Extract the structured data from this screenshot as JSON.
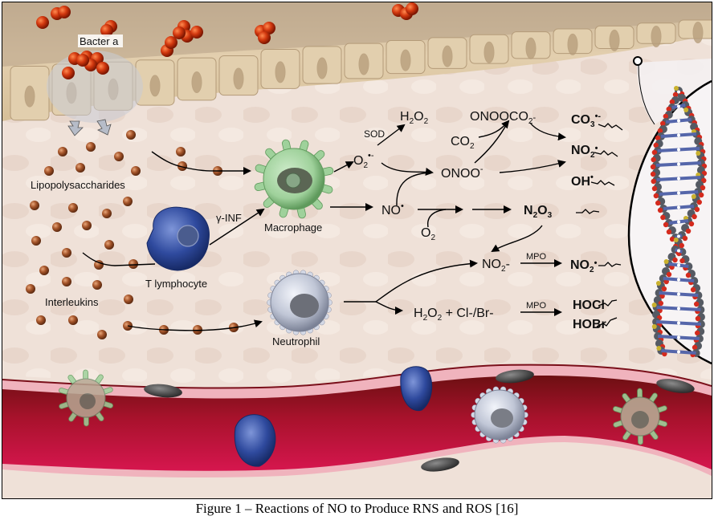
{
  "figure": {
    "caption": "Figure 1 – Reactions of NO to Produce RNS and ROS [16]"
  },
  "labels": {
    "bacteria": "Bacter a",
    "lipopolysaccharides": "Lipopolysaccharides",
    "interleukins": "Interleukins",
    "t_lymphocyte": "T lymphocyte",
    "gamma_inf": "γ-INF",
    "macrophage": "Macrophage",
    "neutrophil": "Neutrophil"
  },
  "reactions": {
    "sod": "SOD",
    "superoxide": {
      "base": "O",
      "sub": "2",
      "sup": "•-"
    },
    "h2o2_top": {
      "parts": [
        "H",
        "2",
        "O",
        "2"
      ]
    },
    "co2": {
      "base": "CO",
      "sub": "2"
    },
    "onoococo2": {
      "base": "ONOOCO",
      "sub": "2",
      "tail": "-"
    },
    "onoo": {
      "base": "ONOO",
      "sup": "-"
    },
    "no_radical": {
      "base": "NO",
      "sup": "•"
    },
    "o2": {
      "base": "O",
      "sub": "2"
    },
    "n2o3": {
      "parts": [
        "N",
        "2",
        "O",
        "3"
      ]
    },
    "nitrite": {
      "base": "NO",
      "sub": "2",
      "tail": "-"
    },
    "mpo_1": "MPO",
    "mpo_2": "MPO",
    "h2o2_cl_br": {
      "pre": "H",
      "sub1": "2",
      "mid": "O",
      "sub2": "2",
      "tail": " + Cl-/Br-"
    }
  },
  "products": {
    "co3": {
      "base": "CO",
      "sub": "3",
      "sup": "•-"
    },
    "no2_a": {
      "base": "NO",
      "sub": "2",
      "sup": "•"
    },
    "oh": {
      "base": "OH",
      "sup": "•"
    },
    "no2_b": {
      "base": "NO",
      "sub": "2",
      "sup": "•"
    },
    "hocl": "HOCl",
    "hobr": "HOBr"
  },
  "colors": {
    "background": "#efe1d8",
    "epithelium": "#d9c3a0",
    "bacteria": "#d2380f",
    "cytokine": "#a5552a",
    "macrophage": "#9fd19b",
    "t_cell": "#2f4a9e",
    "neutrophil": "#c0c6d6",
    "vessel_lumen": "#b01538",
    "vessel_wall": "#f0b3bd"
  }
}
